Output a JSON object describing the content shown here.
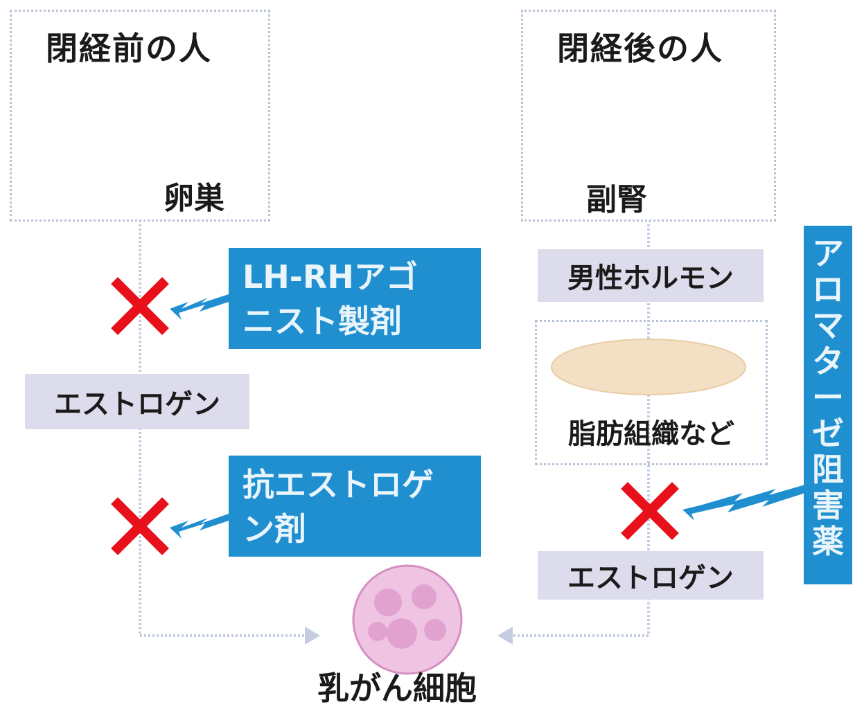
{
  "left_panel": {
    "title": "閉経前の人",
    "organ_label": "卵巣"
  },
  "right_panel": {
    "title": "閉経後の人",
    "organ_label": "副腎"
  },
  "left_flow": {
    "drug1_line1": "LH-RHアゴ",
    "drug1_line2": "ニスト製剤",
    "hormone": "エストロゲン",
    "drug2_line1": "抗エストロゲ",
    "drug2_line2": "ン剤"
  },
  "right_flow": {
    "male_hormone": "男性ホルモン",
    "tissue": "脂肪組織など",
    "hormone": "エストロゲン",
    "drug_vertical": [
      "ア",
      "ロ",
      "マ",
      "タ",
      "ー",
      "ゼ",
      "阻",
      "害",
      "薬"
    ]
  },
  "target": {
    "label": "乳がん細胞"
  },
  "colors": {
    "blue": "#1f8fd0",
    "gray_box": "#dcdcec",
    "cross_red": "#e8101a",
    "organ_red": "#cc2222"
  },
  "icons": [
    "uterus-ovaries-icon",
    "kidneys-adrenal-icon",
    "cross-block-icon",
    "lightning-arrow-icon",
    "breast-cancer-cell-icon"
  ]
}
